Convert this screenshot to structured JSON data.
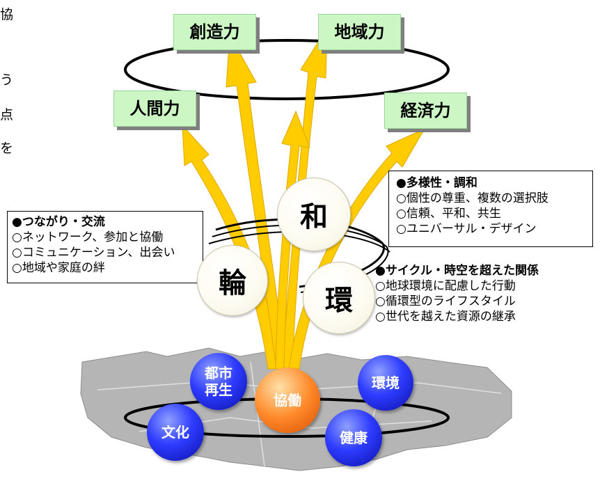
{
  "edge_text": [
    "協",
    "う",
    "点",
    "を"
  ],
  "forces": {
    "creativity": "創造力",
    "regional": "地域力",
    "human": "人間力",
    "economic": "経済力"
  },
  "values": {
    "wa": {
      "kanji": "和",
      "heading": "●多様性・調和",
      "items": [
        "○個性の尊重、複数の選択肢",
        "○信頼、平和、共生",
        "○ユニバーサル・デザイン"
      ]
    },
    "rin": {
      "kanji": "輪",
      "heading": "●つながり・交流",
      "items": [
        "○ネットワーク、参加と協働",
        "○コミュニケーション、出会い",
        "○地域や家庭の絆"
      ]
    },
    "kan": {
      "kanji": "環",
      "heading": "●サイクル・時空を超えた関係",
      "items": [
        "○地球環境に配慮した行動",
        "○循環型のライフスタイル",
        "○世代を越えた資源の継承"
      ]
    }
  },
  "fields": {
    "urban": "都市\n再生",
    "environment": "環境",
    "culture": "文化",
    "health": "健康",
    "collaboration": "協働"
  },
  "colors": {
    "force_fill": "#ccf7c4",
    "arrow_fill": "#ffcc00",
    "field_blue": "#2e3cff",
    "field_orange": "#ff8a2a",
    "map_gray": "#b5b5b5"
  }
}
